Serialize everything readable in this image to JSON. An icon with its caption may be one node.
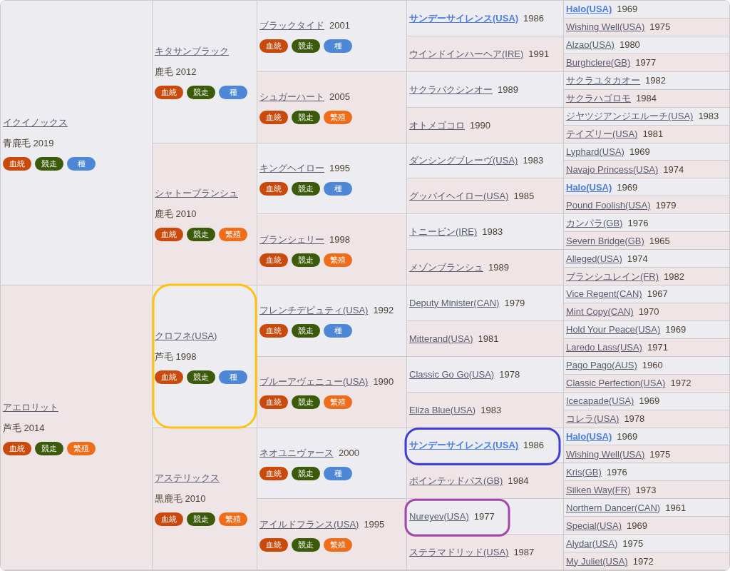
{
  "diagram": {
    "nodes": [
      {
        "text": [
          "イクイノックス",
          "青鹿毛 2019",
          "血統",
          "競走",
          "種"
        ]
      },
      {
        "text": [
          "キタサンブラック",
          "鹿毛 2012",
          "血統",
          "競走",
          "種"
        ]
      },
      {
        "text": [
          "ブラックタイド",
          "2001",
          "血統",
          "競走",
          "種"
        ]
      },
      {
        "text": [
          "サンデーサイレンス(USA)",
          "1986"
        ]
      },
      {
        "text": [
          "Halo(USA)",
          "1969"
        ]
      },
      {
        "text": [
          "Wishing Well(USA)",
          "1975"
        ]
      },
      {
        "text": [
          "ウインドインハーヘア(IRE)",
          "1991"
        ]
      },
      {
        "text": [
          "Alzao(USA)",
          "1980"
        ]
      },
      {
        "text": [
          "Burghclere(GB)",
          "1977"
        ]
      },
      {
        "text": [
          "シュガーハート",
          "2005",
          "血統",
          "競走",
          "繁殖"
        ]
      },
      {
        "text": [
          "サクラバクシンオー",
          "1989"
        ]
      },
      {
        "text": [
          "サクラユタカオー",
          "1982"
        ]
      },
      {
        "text": [
          "サクラハゴロモ",
          "1984"
        ]
      },
      {
        "text": [
          "オトメゴコロ",
          "1990"
        ]
      },
      {
        "text": [
          "ジヤツジアンジエルーチ(USA)",
          "1983"
        ]
      },
      {
        "text": [
          "テイズリー(USA)",
          "1981"
        ]
      },
      {
        "text": [
          "シャトーブランシュ",
          "鹿毛 2010",
          "血統",
          "競走",
          "繁殖"
        ]
      },
      {
        "text": [
          "キングヘイロー",
          "1995",
          "血統",
          "競走",
          "種"
        ]
      },
      {
        "text": [
          "ダンシングブレーヴ(USA)",
          "1983"
        ]
      },
      {
        "text": [
          "Lyphard(USA)",
          "1969"
        ]
      },
      {
        "text": [
          "Navajo Princess(USA)",
          "1974"
        ]
      },
      {
        "text": [
          "グッバイヘイロー(USA)",
          "1985"
        ]
      },
      {
        "text": [
          "Halo(USA)",
          "1969"
        ]
      },
      {
        "text": [
          "Pound Foolish(USA)",
          "1979"
        ]
      },
      {
        "text": [
          "ブランシェリー",
          "1998",
          "血統",
          "競走",
          "繁殖"
        ]
      },
      {
        "text": [
          "トニービン(IRE)",
          "1983"
        ]
      },
      {
        "text": [
          "カンパラ(GB)",
          "1976"
        ]
      },
      {
        "text": [
          "Severn Bridge(GB)",
          "1965"
        ]
      },
      {
        "text": [
          "メゾンブランシュ",
          "1989"
        ]
      },
      {
        "text": [
          "Alleged(USA)",
          "1974"
        ]
      },
      {
        "text": [
          "ブランシユレイン(FR)",
          "1982"
        ]
      },
      {
        "text": [
          "アエロリット",
          "芦毛 2014",
          "血統",
          "競走",
          "繁殖"
        ]
      },
      {
        "text": [
          "クロフネ(USA)",
          "芦毛 1998",
          "血統",
          "競走",
          "種"
        ]
      },
      {
        "text": [
          "フレンチデピュティ(USA)",
          "1992",
          "血統",
          "競走",
          "種"
        ]
      },
      {
        "text": [
          "Deputy Minister(CAN)",
          "1979"
        ]
      },
      {
        "text": [
          "Vice Regent(CAN)",
          "1967"
        ]
      },
      {
        "text": [
          "Mint Copy(CAN)",
          "1970"
        ]
      },
      {
        "text": [
          "Mitterand(USA)",
          "1981"
        ]
      },
      {
        "text": [
          "Hold Your Peace(USA)",
          "1969"
        ]
      },
      {
        "text": [
          "Laredo Lass(USA)",
          "1971"
        ]
      },
      {
        "text": [
          "ブルーアヴェニュー(USA)",
          "1990",
          "血統",
          "競走",
          "繁殖"
        ]
      },
      {
        "text": [
          "Classic Go Go(USA)",
          "1978"
        ]
      },
      {
        "text": [
          "Pago Pago(AUS)",
          "1960"
        ]
      },
      {
        "text": [
          "Classic Perfection(USA)",
          "1972"
        ]
      },
      {
        "text": [
          "Eliza Blue(USA)",
          "1983"
        ]
      },
      {
        "text": [
          "Icecapade(USA)",
          "1969"
        ]
      },
      {
        "text": [
          "コレラ(USA)",
          "1978"
        ]
      },
      {
        "text": [
          "アステリックス",
          "黒鹿毛 2010",
          "血統",
          "競走",
          "繁殖"
        ]
      },
      {
        "text": [
          "ネオユニヴァース",
          "2000",
          "血統",
          "競走",
          "種"
        ]
      },
      {
        "text": [
          "サンデーサイレンス(USA)",
          "1986"
        ]
      },
      {
        "text": [
          "Halo(USA)",
          "1969"
        ]
      },
      {
        "text": [
          "Wishing Well(USA)",
          "1975"
        ]
      },
      {
        "text": [
          "ポインテッドパス(GB)",
          "1984"
        ]
      },
      {
        "text": [
          "Kris(GB)",
          "1976"
        ]
      },
      {
        "text": [
          "Silken Way(FR)",
          "1973"
        ]
      },
      {
        "text": [
          "アイルドフランス(USA)",
          "1995",
          "血統",
          "競走",
          "繁殖"
        ]
      },
      {
        "text": [
          "Nureyev(USA)",
          "1977"
        ]
      },
      {
        "text": [
          "Northern Dancer(CAN)",
          "1961"
        ]
      },
      {
        "text": [
          "Special(USA)",
          "1969"
        ]
      },
      {
        "text": [
          "ステラマドリッド(USA)",
          "1987"
        ]
      },
      {
        "text": [
          "Alydar(USA)",
          "1975"
        ]
      },
      {
        "text": [
          "My Juliet(USA)",
          "1972"
        ]
      }
    ]
  }
}
